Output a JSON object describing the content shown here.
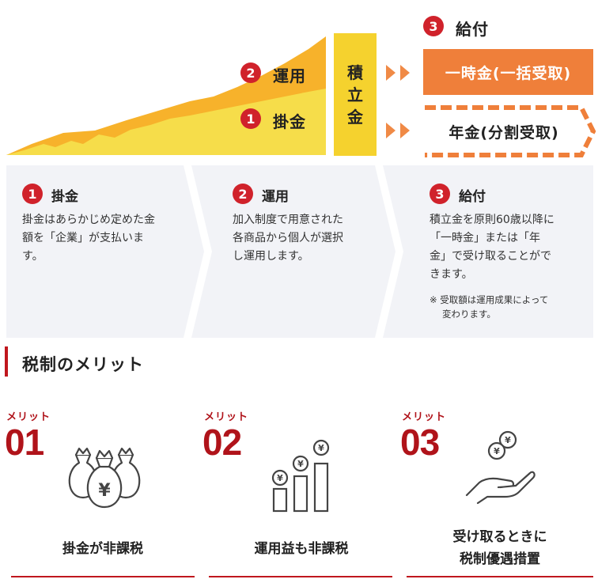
{
  "diagram": {
    "step3": {
      "num": "3",
      "label": "給付"
    },
    "step2": {
      "num": "2",
      "label": "運用"
    },
    "step1": {
      "num": "1",
      "label": "掛金"
    },
    "tsumitate": [
      "積",
      "立",
      "金"
    ],
    "lump_sum": "一時金(一括受取)",
    "annuity": "年金(分割受取)"
  },
  "panels": [
    {
      "num": "1",
      "title": "掛金",
      "lines": [
        "掛金はあらかじめ定めた金",
        "額を「企業」が支払いま",
        "す。"
      ]
    },
    {
      "num": "2",
      "title": "運用",
      "lines": [
        "加入制度で用意された",
        "各商品から個人が選択",
        "し運用します。"
      ]
    },
    {
      "num": "3",
      "title": "給付",
      "lines": [
        "積立金を原則60歳以降に",
        "「一時金」または「年",
        "金」で受け取ることがで",
        "きます。"
      ],
      "note": [
        "※ 受取額は運用成果によって",
        "変わります。"
      ]
    }
  ],
  "merits_section": {
    "title": "税制のメリット",
    "items": [
      {
        "label": "メリット",
        "num": "01",
        "caption": [
          "掛金が非課税"
        ],
        "icon": "money-bags-icon"
      },
      {
        "label": "メリット",
        "num": "02",
        "caption": [
          "運用益も非課税"
        ],
        "icon": "growing-coins-icon"
      },
      {
        "label": "メリット",
        "num": "03",
        "caption": [
          "受け取るときに",
          "税制優遇措置"
        ],
        "icon": "hand-coins-icon"
      }
    ]
  },
  "colors": {
    "accent_red": "#d0222b",
    "dark_red": "#b0131a",
    "orange": "#ef7f3a",
    "yellow": "#f5d22e",
    "panel_bg": "#f2f3f7"
  }
}
